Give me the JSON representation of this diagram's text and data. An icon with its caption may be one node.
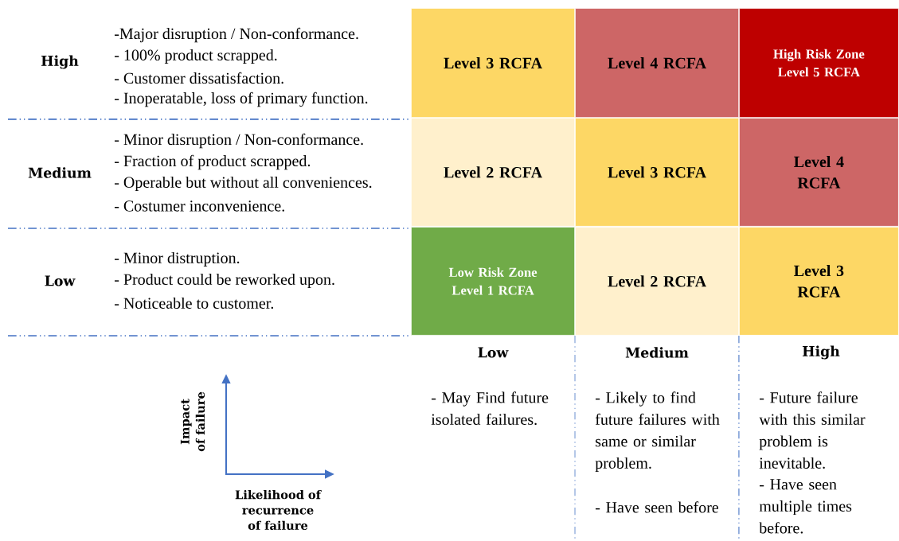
{
  "diagram": {
    "nodes": [
      {
        "text": [
          "Level 3 RCFA"
        ]
      },
      {
        "text": [
          "Level 4 RCFA"
        ]
      },
      {
        "text": [
          "High Risk Zone Level 5 RCFA"
        ]
      },
      {
        "text": [
          "Level 2 RCFA"
        ]
      },
      {
        "text": [
          "Level 3 RCFA"
        ]
      },
      {
        "text": [
          "Level 4 RCFA"
        ]
      },
      {
        "text": [
          "Low Risk Zone Level 1 RCFA"
        ]
      },
      {
        "text": [
          "Level 2 RCFA"
        ]
      },
      {
        "text": [
          "Level 3 RCFA"
        ]
      }
    ],
    "labels": [
      "High",
      "-Major disruption / Non-conformance.",
      "- 100% product scrapped.",
      "- Customer dissatisfaction.",
      "- Inoperatable, loss of primary function.",
      "Medium",
      "- Minor disruption / Non-conformance.",
      "- Fraction of product scrapped.",
      "- Operable but without all conveniences.",
      "- Costumer inconvenience.",
      "Low",
      "- Minor distruption.",
      "- Product could be reworked upon.",
      "- Noticeable to customer.",
      "Low",
      "Medium",
      "High",
      "Impact of failure",
      "- May Find future isolated failures.",
      "- Likely to find future failures with same or similar problem.",
      "- Have seen before",
      "- Future failure with this similar problem is inevitable.",
      "- Have seen multiple times before.",
      "Likelihood of recurrence of failure"
    ]
  }
}
